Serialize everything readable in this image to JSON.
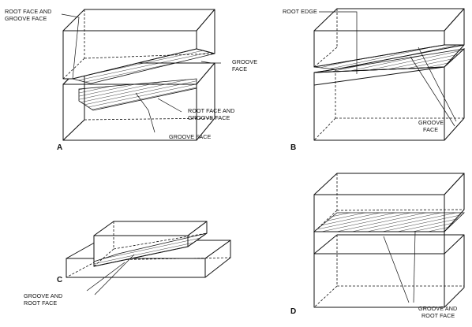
{
  "panels": {
    "a": {
      "letter": "A",
      "labels": {
        "root_face_groove_face_top": [
          "ROOT FACE AND",
          "GROOVE FACE"
        ],
        "groove_face_right": [
          "GROOVE",
          "FACE"
        ],
        "root_face_groove_face_mid": [
          "ROOT FACE AND",
          "GROOVE FACE"
        ],
        "groove_face_bottom": [
          "GROOVE FACE"
        ]
      }
    },
    "b": {
      "letter": "B",
      "labels": {
        "root_edge": [
          "ROOT EDGE"
        ],
        "groove_face": [
          "GROOVE",
          "FACE"
        ]
      }
    },
    "c": {
      "letter": "C",
      "labels": {
        "groove_root_face": [
          "GROOVE AND",
          "ROOT FACE"
        ]
      }
    },
    "d": {
      "letter": "D",
      "labels": {
        "groove_root_face": [
          "GROOVE AND",
          "ROOT FACE"
        ]
      }
    }
  },
  "colors": {
    "ink": "#111111",
    "paper": "#ffffff"
  }
}
